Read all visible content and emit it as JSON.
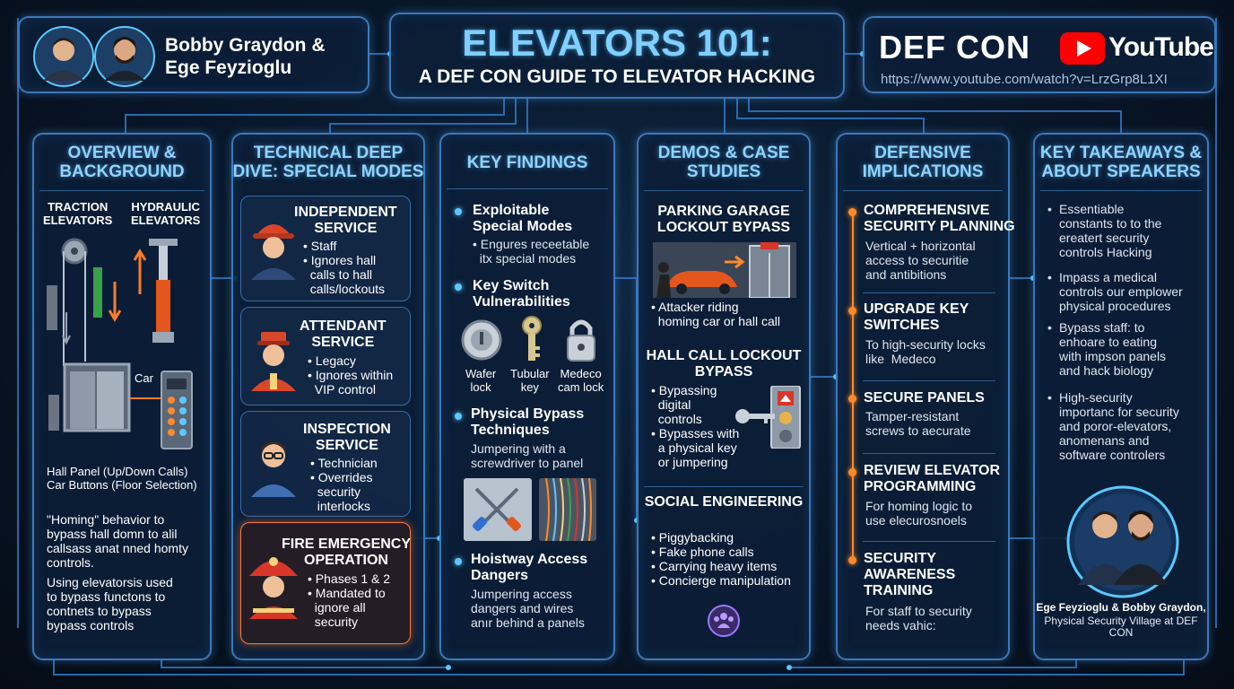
{
  "header": {
    "speakers": "Bobby Graydon &\nEge Feyzioglu",
    "title": "ELEVATORS 101:",
    "subtitle": "A DEF CON GUIDE TO ELEVATOR HACKING",
    "defcon_logo": "DEF CON",
    "youtube_logo": "YouTube",
    "url": "https://www.youtube.com/watch?v=LrzGrp8L1XI"
  },
  "overview": {
    "title": "OVERVIEW &\nBACKGROUND",
    "traction": "TRACTION\nELEVATORS",
    "hydraulic": "HYDRAULIC\nELEVATORS",
    "car_label": "Car",
    "panel_caption": "Hall Panel (Up/Down Calls)\nCar Buttons (Floor Selection)",
    "para1": "\"Homing\" behavior to\nbypass hall domn to alil\ncallsass anat nned homty\ncontrols.",
    "para2": "Using elevatorsis used\nto bypass functons to\ncontnets to bypass\nbypass controls"
  },
  "deep_dive": {
    "title": "TECHNICAL DEEP DIVE:\nSPECIAL MODES",
    "modes": [
      {
        "title": "INDEPENDENT\nSERVICE",
        "body": "• Staff\n• Ignores hall\n  calls to hall\n  calls/lockouts"
      },
      {
        "title": "ATTENDANT\nSERVICE",
        "body": "• Legacy\n• Ignores within\n  VIP control"
      },
      {
        "title": "INSPECTION\nSERVICE",
        "body": "• Technician\n• Overrides\n  security\n  interlocks"
      },
      {
        "title": "FIRE EMERGENCY\nOPERATION",
        "body": "• Phases 1 & 2\n• Mandated to\n  ignore all\n  security"
      }
    ]
  },
  "findings": {
    "title": "KEY FINDINGS",
    "items": [
      {
        "title": "Exploitable\nSpecial Modes",
        "body": "• Engures receetable\n  itx special modes"
      },
      {
        "title": "Key Switch\nVulnerabilities",
        "body": ""
      },
      {
        "title": "Physical Bypass\nTechniques",
        "body": "Jumpering with a\nscrewdriver to panel"
      },
      {
        "title": "Hoistway Access\nDangers",
        "body": "Jumpering access\ndangers and wires\nanır behind a panels"
      }
    ],
    "locks": [
      "Wafer\nlock",
      "Tubular\nkey",
      "Medeco\ncam lock"
    ]
  },
  "demos": {
    "title": "DEMOS &\nCASE STUDIES",
    "cases": [
      {
        "title": "PARKING GARAGE\nLOCKOUT BYPASS",
        "body": "• Attacker riding\n  homing car or hall call"
      },
      {
        "title": "HALL CALL\nLOCKOUT BYPASS",
        "body": "• Bypassing\n  digital\n  controls\n• Bypasses with\n  a physical key\n  or jumpering"
      },
      {
        "title": "SOCIAL\nENGINEERING",
        "body": "• Piggybacking\n• Fake phone calls\n• Carrying heavy items\n• Concierge manipulation"
      }
    ]
  },
  "defense": {
    "title": "DEFENSIVE\nIMPLICATIONS",
    "items": [
      {
        "title": "COMPREHENSIVE\nSECURITY PLANNING",
        "body": "Vertical + horizontal\naccess to securitie\nand antibitions"
      },
      {
        "title": "UPGRADE KEY\nSWITCHES",
        "body": "To high-security locks\nlike  Medeco"
      },
      {
        "title": "SECURE PANELS",
        "body": "Tamper-resistant\nscrews to aecurate"
      },
      {
        "title": "REVIEW ELEVATOR\nPROGRAMMING",
        "body": "For homing logic to\nuse elecurosnoels"
      },
      {
        "title": "SECURITY\nAWARENESS\nTRAINING",
        "body": "For staff to security\nneeds vahic:"
      }
    ]
  },
  "takeaways": {
    "title": "KEY TAKEAWAYS &\nABOUT SPEAKERS",
    "items": [
      "Essentiable\nconstants to to the\nereatert security\ncontrols Hacking",
      "Impass a medical\ncontrols our emplower\nphysical procedures",
      "Bypass staff: to\nenhoare to eating\nwith impson panels\nand hack biology",
      "High-security\nimportanc for security\nand poror-elevators,\nanomenans and\nsoftware controlers"
    ],
    "caption_bold": "Ege Feyzioglu & Bobby Graydon,",
    "caption": "Physical Security Village at\nDEF CON"
  },
  "colors": {
    "accent": "#8fd3ff",
    "border": "#3d78b8",
    "orange": "#ff8a2a",
    "youtube_red": "#ff0000",
    "fire_border": "#ff7a3a"
  }
}
